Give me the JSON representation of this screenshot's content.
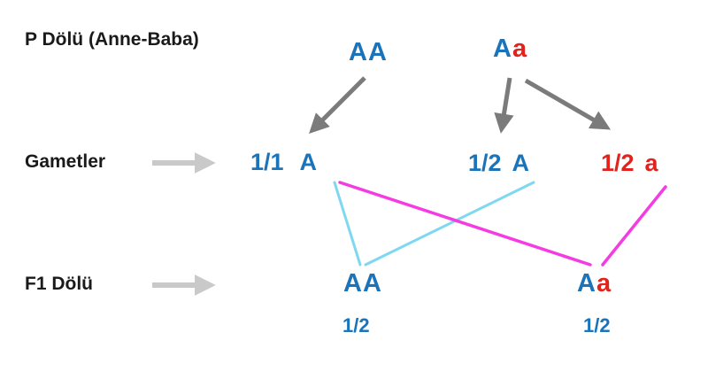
{
  "colors": {
    "blue": "#1b74ba",
    "red": "#e2231d",
    "black": "#1a1a1a",
    "dark-arrow": "#7b7b7b",
    "light-arrow": "#c9c9c9",
    "cyan-line": "#7ed8ef",
    "magenta-line": "#f43ce2"
  },
  "labels": {
    "p_generation": "P Dölü  (Anne-Baba)",
    "gametes": "Gametler",
    "f1": "F1 Dölü"
  },
  "parents": {
    "left": {
      "allele1": "A",
      "allele2": "A"
    },
    "right": {
      "allele1": "A",
      "allele2": "a"
    }
  },
  "gametes": {
    "left": {
      "fraction": "1/1",
      "allele": "A"
    },
    "middle": {
      "fraction": "1/2",
      "allele": "A"
    },
    "right": {
      "fraction": "1/2",
      "allele": "a"
    }
  },
  "f1": {
    "left": {
      "allele1": "A",
      "allele2": "A",
      "probability": "1/2"
    },
    "right": {
      "allele1": "A",
      "allele2": "a",
      "probability": "1/2"
    }
  }
}
